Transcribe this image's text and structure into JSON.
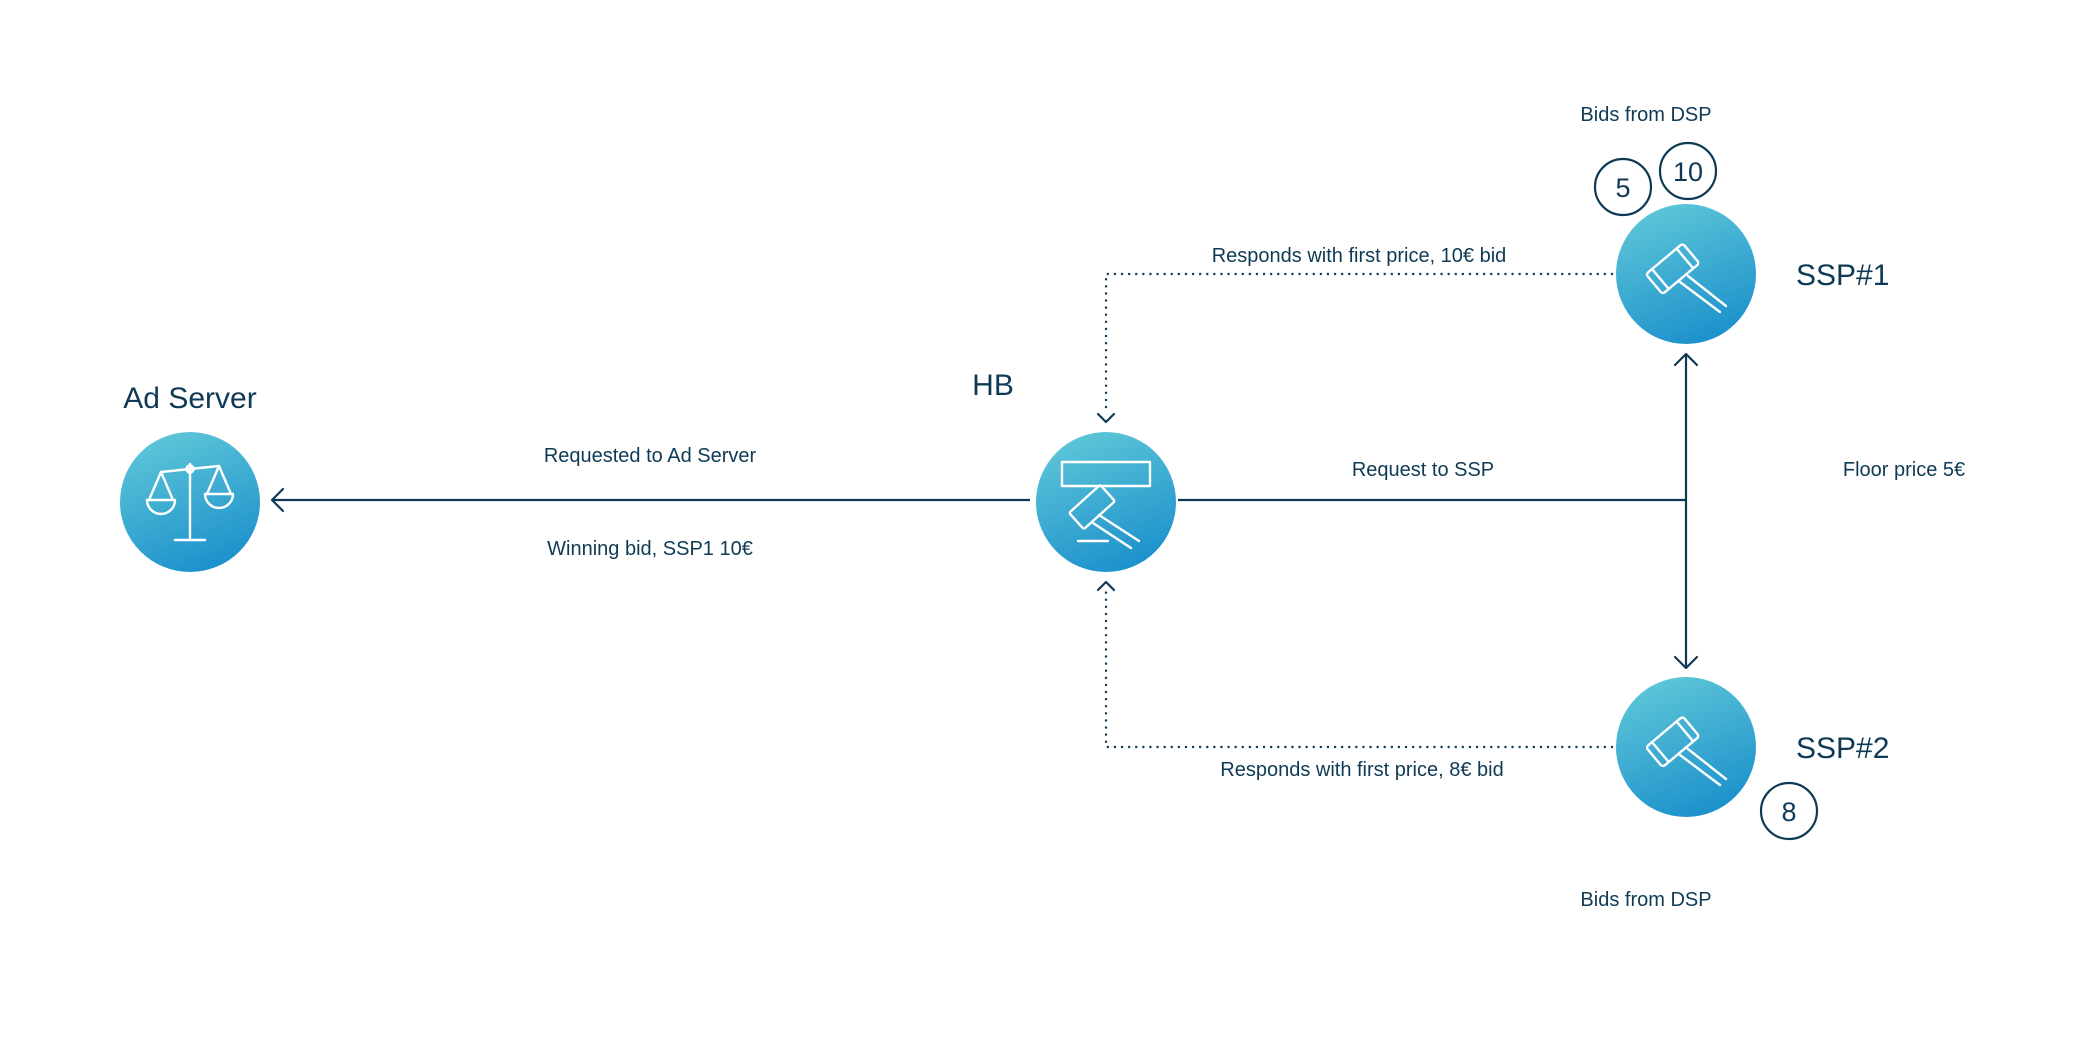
{
  "nodes": {
    "ad_server": {
      "label": "Ad Server",
      "icon": "scales-icon"
    },
    "hb": {
      "label": "HB",
      "icon": "gavel-bar-icon"
    },
    "ssp1": {
      "label": "SSP#1",
      "icon": "gavel-icon"
    },
    "ssp2": {
      "label": "SSP#2",
      "icon": "gavel-icon"
    }
  },
  "edges": {
    "requested_to_ad_server": "Requested to Ad Server",
    "winning_bid": "Winning bid, SSP1 10€",
    "request_to_ssp": "Request to SSP",
    "floor_price": "Floor price 5€",
    "ssp1_response": "Responds with first price, 10€ bid",
    "ssp2_response": "Responds with first price, 8€ bid"
  },
  "bids": {
    "ssp1_title": "Bids from DSP",
    "ssp1_values": [
      "5",
      "10"
    ],
    "ssp2_title": "Bids from DSP",
    "ssp2_values": [
      "8"
    ]
  },
  "colors": {
    "text": "#0f3a55",
    "node_gradient_top": "#5ec6d8",
    "node_gradient_bottom": "#1a8fcb"
  }
}
